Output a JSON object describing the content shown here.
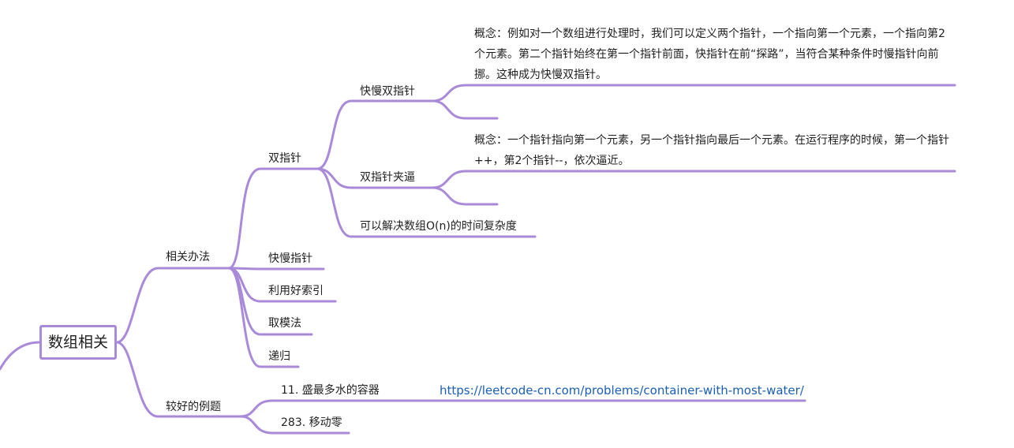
{
  "root": {
    "label": "数组相关"
  },
  "branches": {
    "methods": {
      "label": "相关办法",
      "two_pointers": {
        "label": "双指针",
        "fast_slow": {
          "label": "快慢双指针",
          "concept": "概念：例如对一个数组进行处理时，我们可以定义两个指针，一个指向第一个元素，一个指向第2个元素。第二个指针始终在第一个指针前面，快指针在前“探路”，当符合某种条件时慢指针向前挪。这种成为快慢双指针。"
        },
        "pinch": {
          "label": "双指针夹逼",
          "concept": "概念：一个指针指向第一个元素，另一个指针指向最后一个元素。在运行程序的时候，第一个指针++，第2个指针--，依次逼近。"
        },
        "complexity": {
          "label": "可以解决数组O(n)的时间复杂度"
        }
      },
      "fast_slow_pointer": {
        "label": "快慢指针"
      },
      "index": {
        "label": "利用好索引"
      },
      "modulo": {
        "label": "取模法"
      },
      "recursion": {
        "label": "递归"
      }
    },
    "examples": {
      "label": "较好的例题",
      "items": [
        {
          "label": "11. 盛最多水的容器",
          "link": "https://leetcode-cn.com/problems/container-with-most-water/"
        },
        {
          "label": "283. 移动零"
        }
      ]
    }
  },
  "colors": {
    "line": "#a98ad8",
    "link": "#1a5fb4"
  }
}
